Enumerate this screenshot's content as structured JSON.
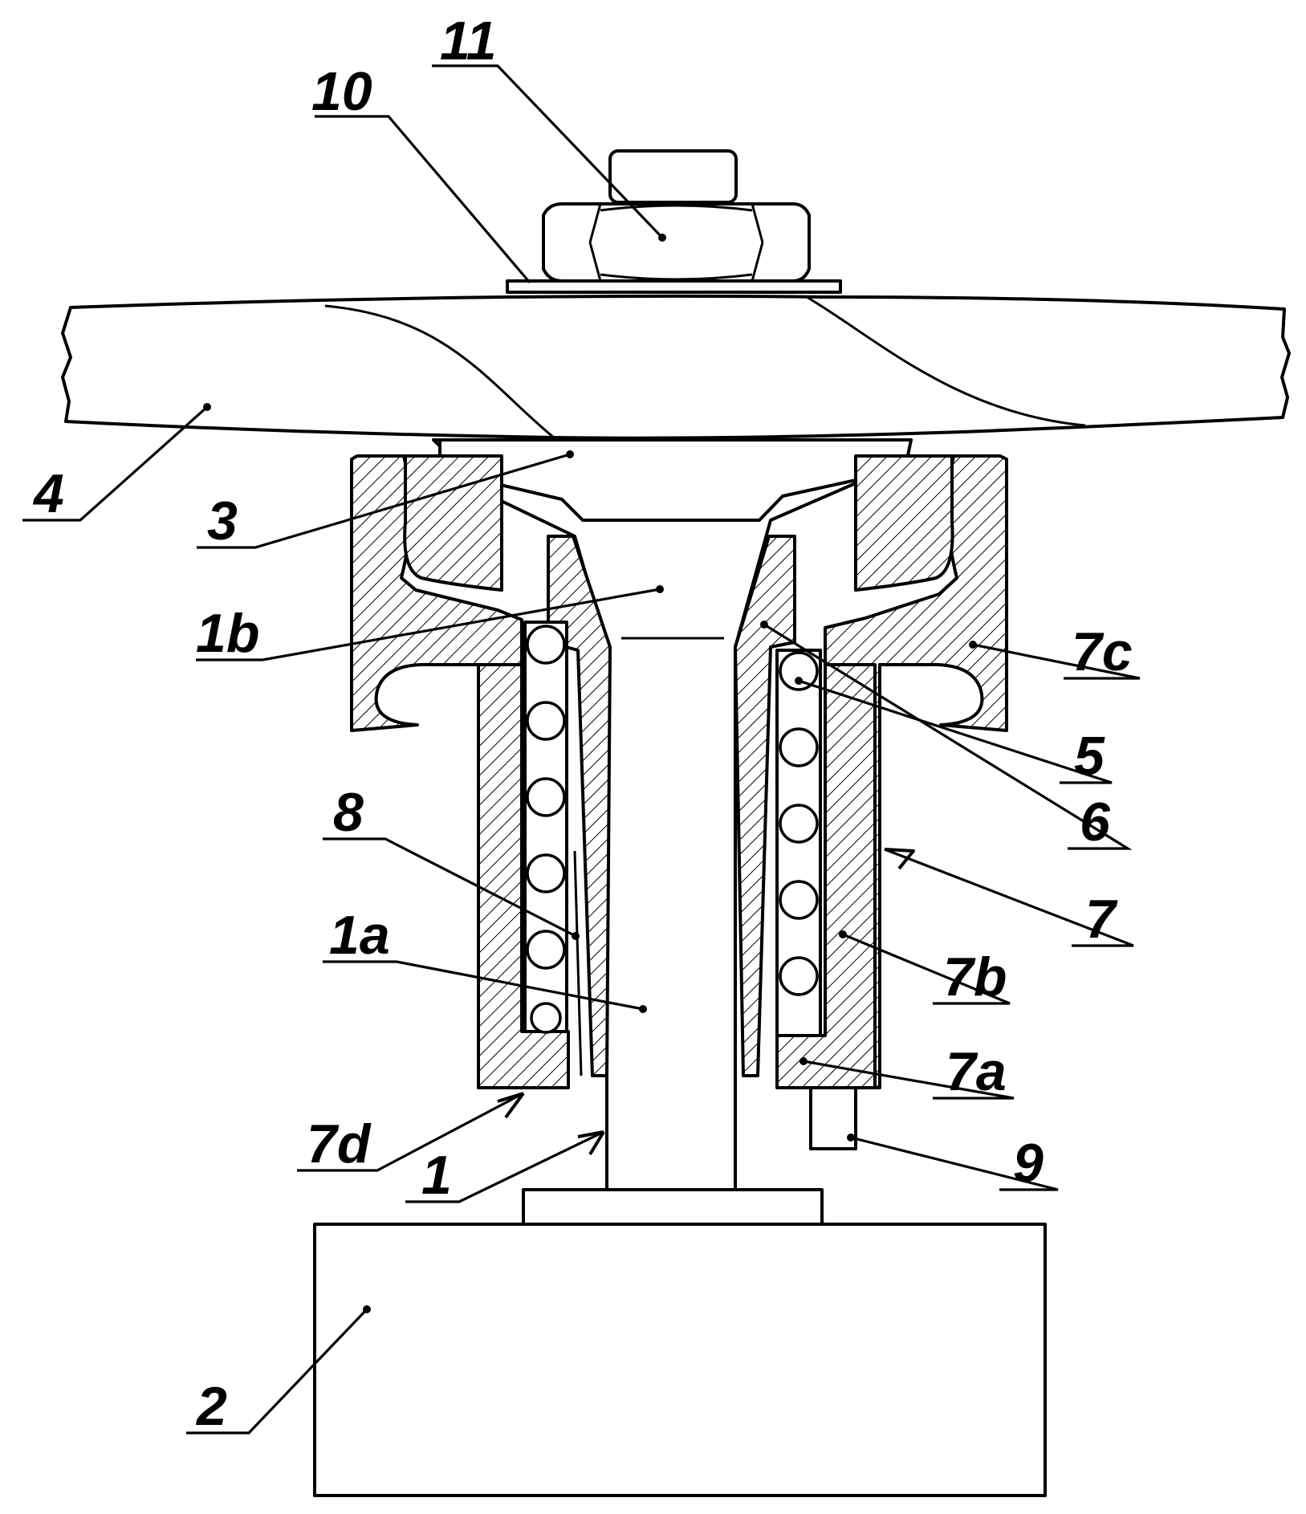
{
  "labels": {
    "n11": "11",
    "n10": "10",
    "n4": "4",
    "n3": "3",
    "n1b": "1b",
    "n7c": "7c",
    "n5": "5",
    "n6": "6",
    "n8": "8",
    "n7": "7",
    "n1a": "1a",
    "n7b": "7b",
    "n7a": "7a",
    "n7d": "7d",
    "n9": "9",
    "n1": "1",
    "n2": "2"
  }
}
